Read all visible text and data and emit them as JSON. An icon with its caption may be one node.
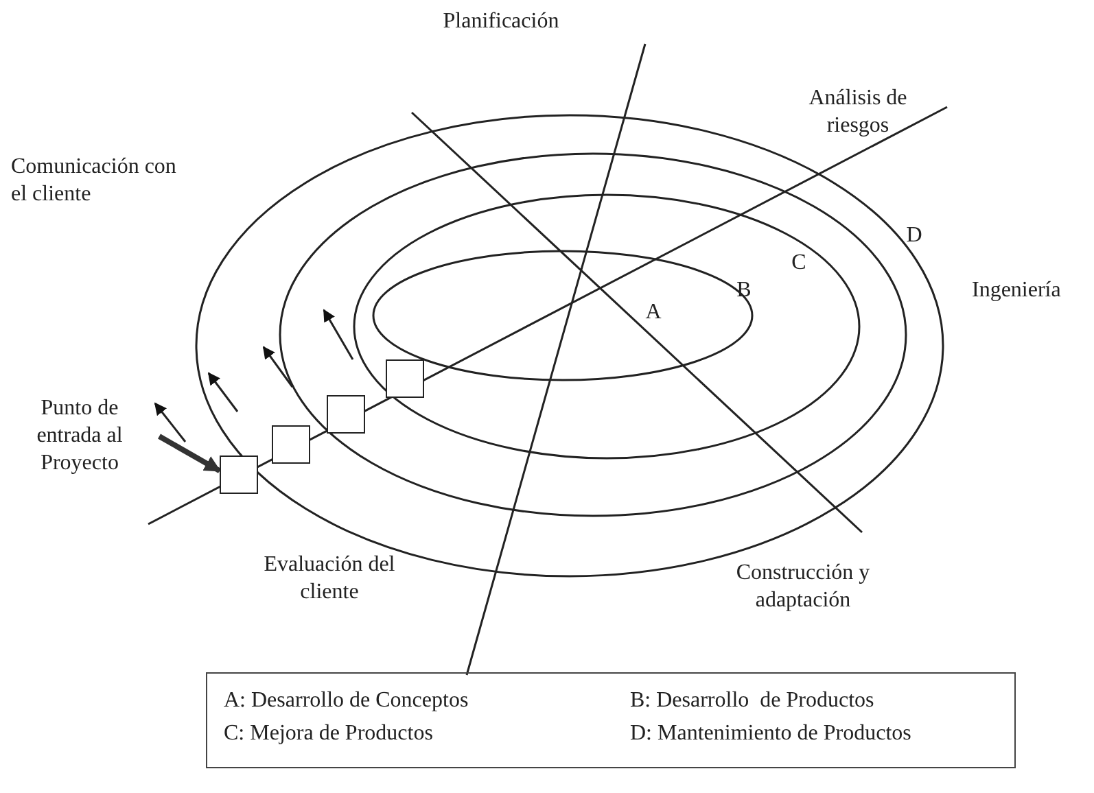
{
  "diagram": {
    "nodes": [
      {
        "text": [
          "Punto de entrada al Proyecto"
        ]
      },
      {
        "text": [],
        "shape": "box"
      },
      {
        "text": [],
        "shape": "box"
      },
      {
        "text": [],
        "shape": "box"
      },
      {
        "text": [],
        "shape": "box"
      }
    ],
    "edges": [
      {
        "from": 0,
        "to": 1,
        "arrow": "to"
      }
    ],
    "labels": [
      "Planificación",
      "Análisis de riesgos",
      "Comunicación con el cliente",
      "Ingeniería",
      "D",
      "C",
      "B",
      "A",
      "Evaluación del cliente",
      "Construcción y adaptación",
      "A: Desarrollo de Conceptos",
      "B: Desarrollo  de Productos",
      "C: Mejora de Productos",
      "D: Mantenimiento de Productos"
    ]
  }
}
